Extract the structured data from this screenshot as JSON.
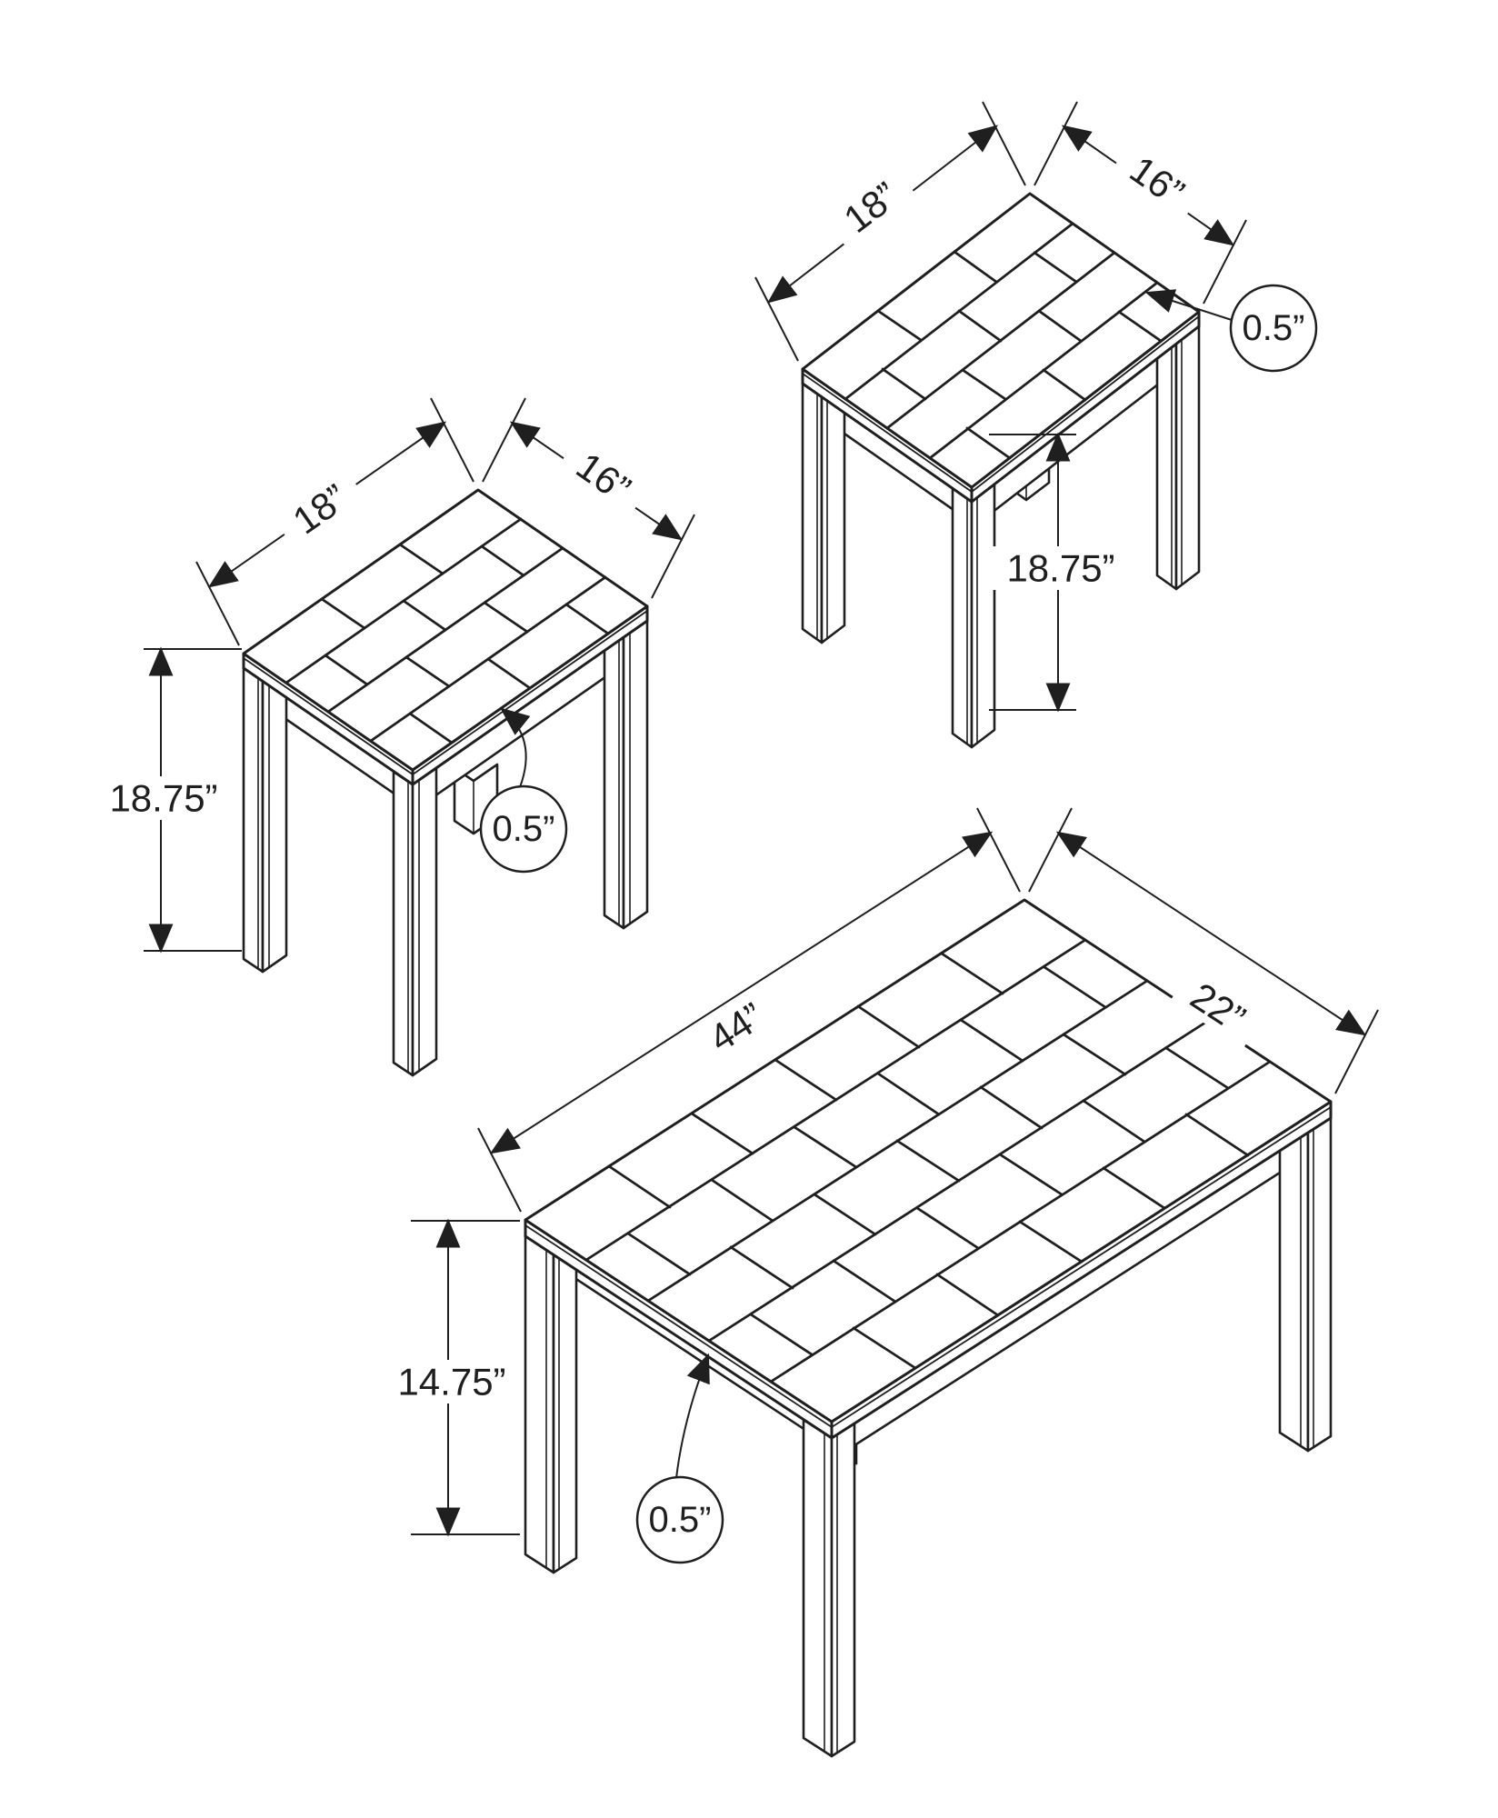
{
  "diagram": {
    "kind": "isometric furniture dimension drawing",
    "background": "#ffffff",
    "line_color": "#1f1f1f",
    "tables": [
      {
        "id": "end-table-top-right",
        "name": "end table (top right)",
        "length": "18”",
        "width": "16”",
        "height": "18.75”",
        "top_thickness": "0.5”"
      },
      {
        "id": "end-table-left",
        "name": "end table (middle left)",
        "length": "18”",
        "width": "16”",
        "height": "18.75”",
        "top_thickness": "0.5”"
      },
      {
        "id": "coffee-table-bottom",
        "name": "coffee table (bottom)",
        "length": "44”",
        "width": "22”",
        "height": "14.75”",
        "top_thickness": "0.5”"
      }
    ]
  }
}
